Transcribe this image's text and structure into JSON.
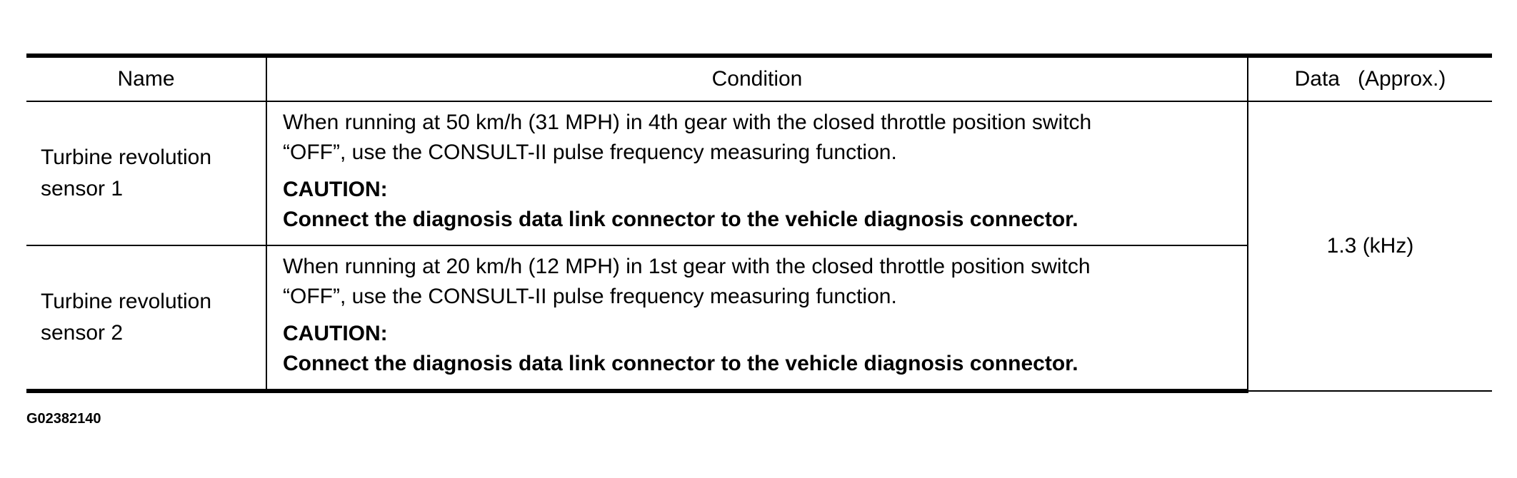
{
  "table": {
    "headers": {
      "name": "Name",
      "condition": "Condition",
      "data": "Data   (Approx.)"
    },
    "rows": [
      {
        "name_line1": "Turbine revolution",
        "name_line2": "sensor 1",
        "condition_line1": "When running at 50 km/h (31 MPH) in 4th gear with the closed throttle position switch",
        "condition_line2": "“OFF”, use the CONSULT-II pulse frequency measuring function.",
        "caution_title": "CAUTION:",
        "caution_text": "Connect the diagnosis data link connector to the vehicle diagnosis connector."
      },
      {
        "name_line1": "Turbine revolution",
        "name_line2": "sensor 2",
        "condition_line1": "When running at 20 km/h (12 MPH) in 1st gear with the closed throttle position switch",
        "condition_line2": "“OFF”, use the CONSULT-II pulse frequency measuring function.",
        "caution_title": "CAUTION:",
        "caution_text": "Connect the diagnosis data link connector to the vehicle diagnosis connector."
      }
    ],
    "data_value": "1.3 (kHz)"
  },
  "figure_id": "G02382140"
}
